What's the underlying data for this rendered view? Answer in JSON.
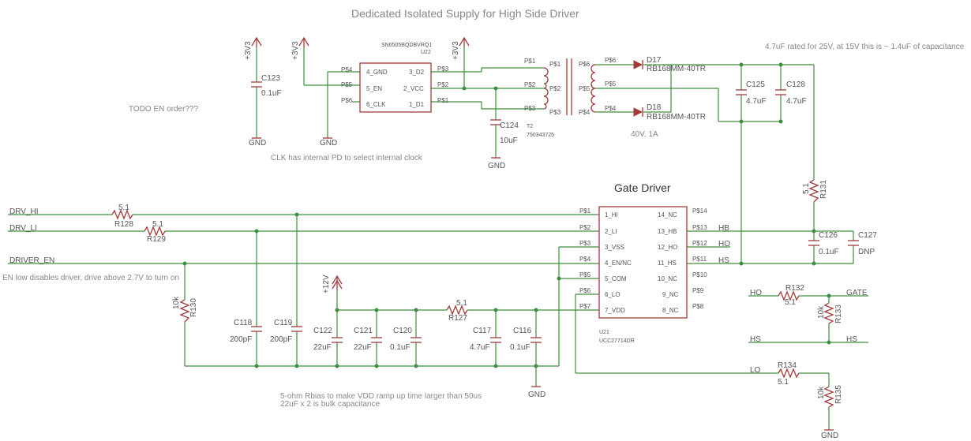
{
  "title": "Dedicated Isolated Supply for High Side Driver",
  "gate_driver_title": "Gate Driver",
  "notes": {
    "cap_rating": "4.7uF rated for 25V, at 15V this is ~ 1.4uF of capacitance",
    "todo": "TODO EN order???",
    "clk": "CLK has internal PD to select internal clock",
    "en_low": "EN low disables driver, drive above 2.7V to turn on",
    "rbias": "5-ohm Rbias to make VDD ramp up time larger than 50us",
    "bulk": "22uF x 2 is bulk capacitance",
    "diode_rating": "40V, 1A"
  },
  "power": {
    "v33": "+3V3",
    "v12": "+12V",
    "gnd": "GND"
  },
  "nets": {
    "drv_hi": "DRV_HI",
    "drv_li": "DRV_LI",
    "driver_en": "DRIVER_EN",
    "hb": "HB",
    "ho": "HO",
    "hs": "HS",
    "lo": "LO",
    "gate": "GATE"
  },
  "u22": {
    "part": "SN6505BQDBVRQ1",
    "ref": "U22",
    "left": [
      {
        "pad": "P$4",
        "name": "4_GND"
      },
      {
        "pad": "P$5",
        "name": "5_EN"
      },
      {
        "pad": "P$6",
        "name": "6_CLK"
      }
    ],
    "right": [
      {
        "pad": "P$3",
        "name": "3_D2"
      },
      {
        "pad": "P$2",
        "name": "2_VCC"
      },
      {
        "pad": "P$1",
        "name": "1_D1"
      }
    ]
  },
  "t2": {
    "ref": "T2",
    "part": "750343725",
    "pri": [
      "P$1",
      "P$1",
      "P$2",
      "P$2",
      "P$3",
      "P$3"
    ],
    "sec": [
      "P$6",
      "P$6",
      "P$5",
      "P$5",
      "P$4",
      "P$4"
    ]
  },
  "diodes": [
    {
      "ref": "D17",
      "part": "RB168MM-40TR"
    },
    {
      "ref": "D18",
      "part": "RB168MM-40TR"
    }
  ],
  "u21": {
    "ref": "U21",
    "part": "UCC27714DR",
    "left": [
      {
        "pad": "P$1",
        "name": "1_HI"
      },
      {
        "pad": "P$2",
        "name": "2_LI"
      },
      {
        "pad": "P$3",
        "name": "3_VSS"
      },
      {
        "pad": "P$4",
        "name": "4_EN/NC"
      },
      {
        "pad": "P$5",
        "name": "5_COM"
      },
      {
        "pad": "P$6",
        "name": "6_LO"
      },
      {
        "pad": "P$7",
        "name": "7_VDD"
      }
    ],
    "right": [
      {
        "pad": "P$14",
        "name": "14_NC"
      },
      {
        "pad": "P$13",
        "name": "13_HB"
      },
      {
        "pad": "P$12",
        "name": "12_HO"
      },
      {
        "pad": "P$11",
        "name": "11_HS"
      },
      {
        "pad": "P$10",
        "name": "10_NC"
      },
      {
        "pad": "P$9",
        "name": "9_NC"
      },
      {
        "pad": "P$8",
        "name": "8_NC"
      }
    ]
  },
  "caps": {
    "c123": {
      "ref": "C123",
      "val": "0.1uF"
    },
    "c124": {
      "ref": "C124",
      "val": "10uF"
    },
    "c125": {
      "ref": "C125",
      "val": "4.7uF"
    },
    "c128": {
      "ref": "C128",
      "val": "4.7uF"
    },
    "c126": {
      "ref": "C126",
      "val": "0.1uF"
    },
    "c127": {
      "ref": "C127",
      "val": "DNP"
    },
    "c118": {
      "ref": "C118",
      "val": "200pF"
    },
    "c119": {
      "ref": "C119",
      "val": "200pF"
    },
    "c122": {
      "ref": "C122",
      "val": "22uF"
    },
    "c121": {
      "ref": "C121",
      "val": "22uF"
    },
    "c120": {
      "ref": "C120",
      "val": "0.1uF"
    },
    "c117": {
      "ref": "C117",
      "val": "4.7uF"
    },
    "c116": {
      "ref": "C116",
      "val": "0.1uF"
    }
  },
  "res": {
    "r128": {
      "ref": "R128",
      "val": "5.1"
    },
    "r129": {
      "ref": "R129",
      "val": "5.1"
    },
    "r130": {
      "ref": "R130",
      "val": "10k"
    },
    "r127": {
      "ref": "R127",
      "val": "5.1"
    },
    "r131": {
      "ref": "R131",
      "val": "5.1"
    },
    "r132": {
      "ref": "R132",
      "val": "5.1"
    },
    "r133": {
      "ref": "R133",
      "val": "10k"
    },
    "r134": {
      "ref": "R134",
      "val": "5.1"
    },
    "r135": {
      "ref": "R135",
      "val": "10k"
    }
  }
}
